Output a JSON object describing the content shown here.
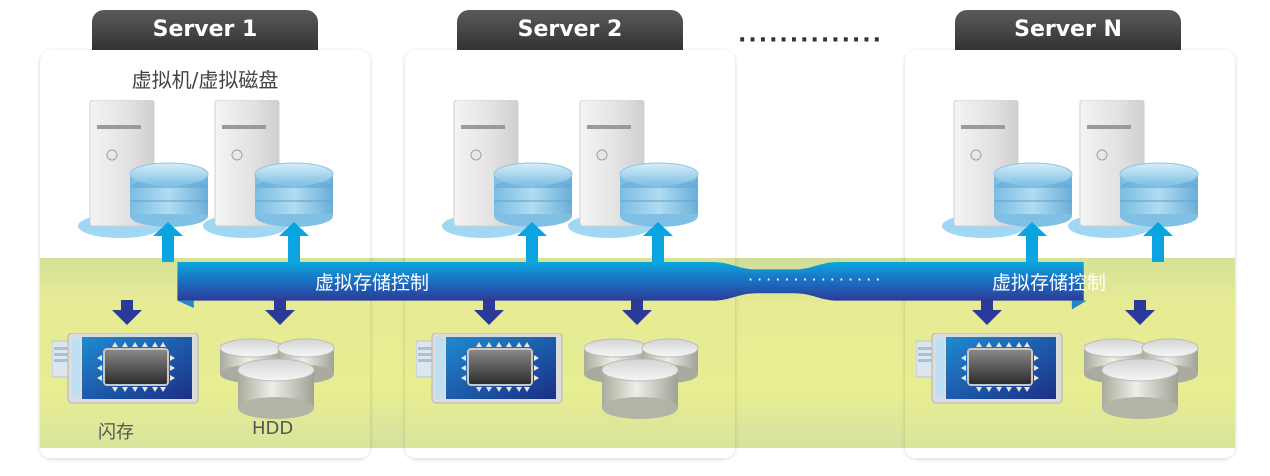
{
  "servers": [
    {
      "title": "Server 1",
      "vm_label": "虚拟机/虚拟磁盘",
      "flash_label": "闪存",
      "hdd_label": "HDD"
    },
    {
      "title": "Server 2",
      "vm_label": "",
      "flash_label": "",
      "hdd_label": ""
    },
    {
      "title": "Server N",
      "vm_label": "",
      "flash_label": "",
      "hdd_label": ""
    }
  ],
  "ellipsis_top": "··············",
  "bus": {
    "label_left": "虚拟存储控制",
    "label_right": "虚拟存储控制",
    "colors": {
      "top": "#0aa4dc",
      "bottom": "#2a3a9a",
      "up_arrow": "#0aa4e0",
      "down_arrow": "#2b3a98"
    }
  },
  "colors": {
    "tab_bg": "#3a3a3a",
    "storage_band": "#e6ec94",
    "vdisk": "#a8d8f0"
  }
}
